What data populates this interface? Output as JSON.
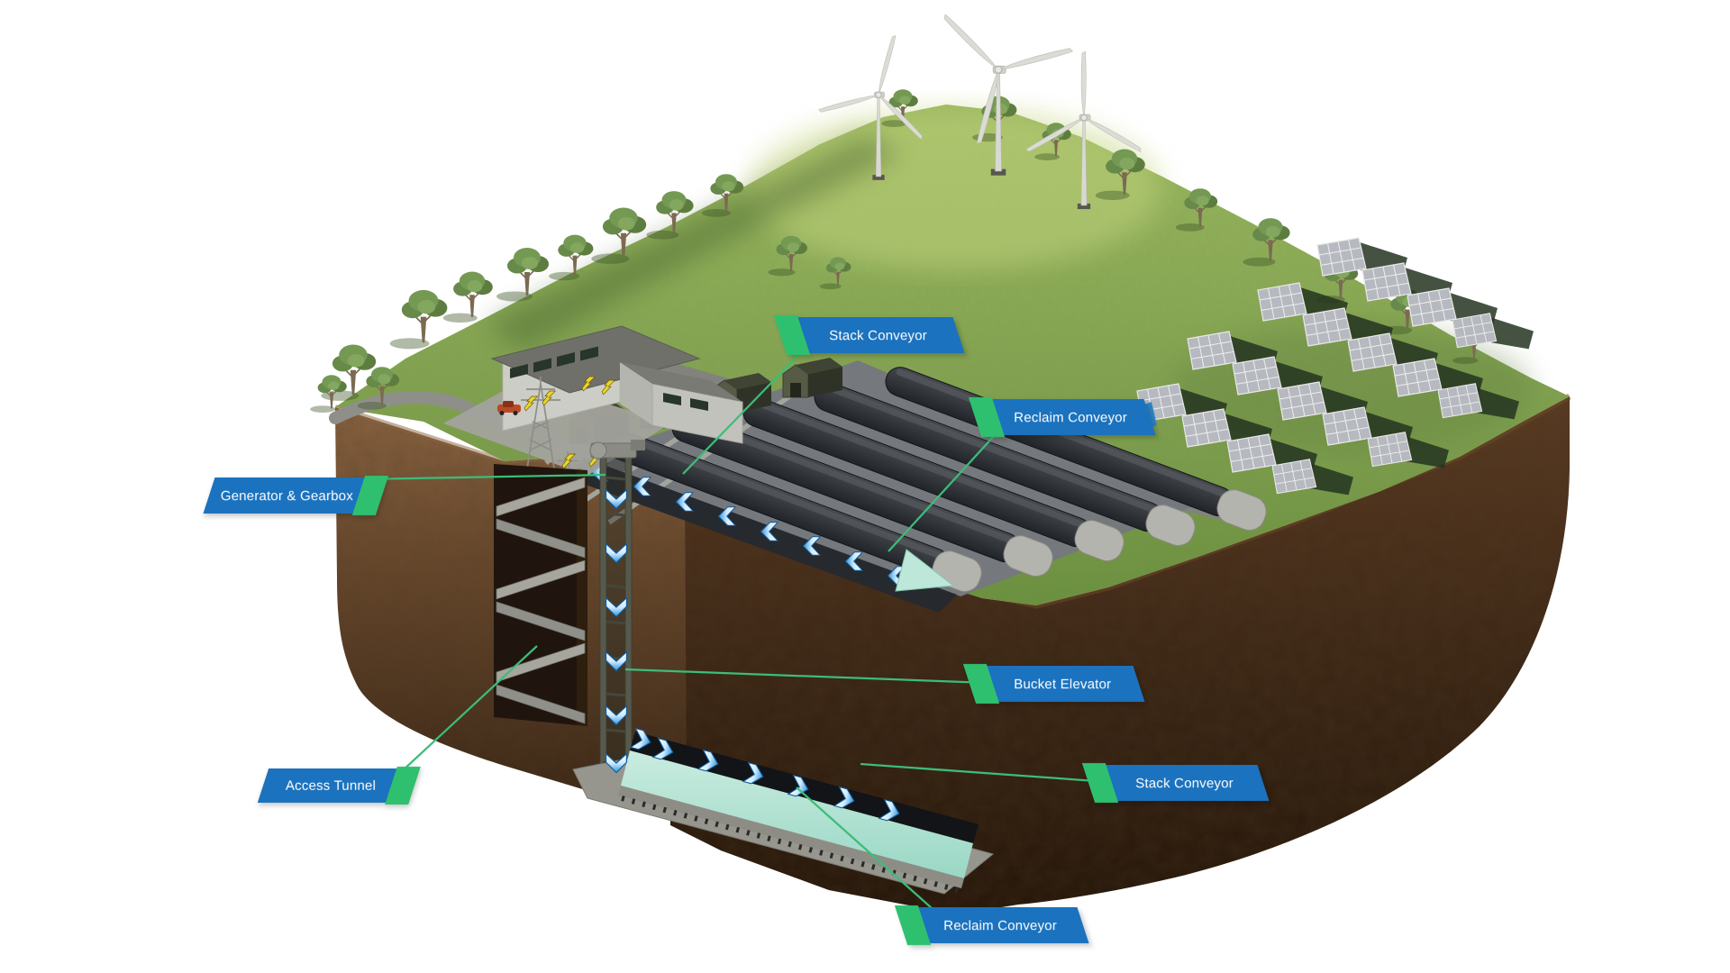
{
  "diagram": {
    "type": "isometric-cutaway-infographic",
    "subject": "Renewable energy site with underground storage cutaway: wind turbines, solar arrays and surface stockpiles above ground; access tunnel, bucket elevator and conveyors below ground",
    "background": "#FFFFFF"
  },
  "labels": [
    {
      "id": "stack-conveyor-top",
      "text": "Stack Conveyor",
      "pointer_side": "left"
    },
    {
      "id": "reclaim-conveyor-top",
      "text": "Reclaim Conveyor",
      "pointer_side": "left"
    },
    {
      "id": "generator-gearbox",
      "text": "Generator & Gearbox",
      "pointer_side": "right"
    },
    {
      "id": "bucket-elevator",
      "text": "Bucket Elevator",
      "pointer_side": "left"
    },
    {
      "id": "access-tunnel",
      "text": "Access Tunnel",
      "pointer_side": "right"
    },
    {
      "id": "stack-conveyor-bottom",
      "text": "Stack Conveyor",
      "pointer_side": "left"
    },
    {
      "id": "reclaim-conveyor-bottom",
      "text": "Reclaim Conveyor",
      "pointer_side": "left"
    }
  ],
  "colors": {
    "label_blue": "#1B72BE",
    "label_green": "#2EC06F",
    "connector_green": "#3CBD7A",
    "label_text": "#FFFFFF",
    "grass": "#7FA14C",
    "soil_light": "#8A6442",
    "soil_dark": "#241509",
    "basin_teal": "#AEE4D4",
    "arrow_blue": "#2F93DB",
    "bolt_yellow": "#E9D42C"
  },
  "scene": {
    "elements": [
      "earth-cutaway-block",
      "grass-hilltop",
      "wind-turbines",
      "trees",
      "solar-panel-arrays",
      "industrial-building",
      "transmission-tower",
      "access-road",
      "red-car",
      "surface-stockpiles",
      "surface-reclaim-conveyor",
      "switchback-access-ramps",
      "bucket-elevator-shaft",
      "underground-storage-basin",
      "underground-conveyor"
    ],
    "wind_turbine_count": 3,
    "elevator_down_arrow_count": 6,
    "surface_conveyor_arrow_count": 8,
    "underground_conveyor_arrow_count": 7
  }
}
